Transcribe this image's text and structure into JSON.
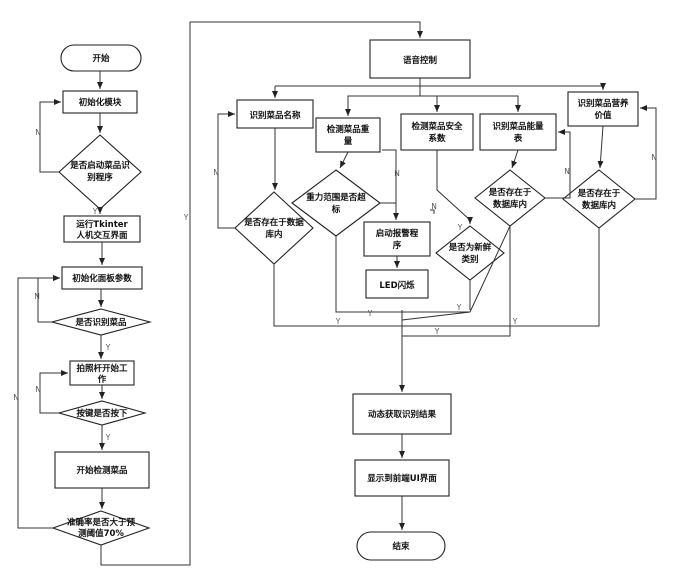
{
  "nodes": {
    "start": "开始",
    "init_module": "初始化模块",
    "start_recog_q": [
      "是否启动菜品识",
      "别程序"
    ],
    "run_tkinter": [
      "运行Tkinter",
      "人机交互界面"
    ],
    "init_panel": "初始化面板参数",
    "recog_dish_q": "是否识别菜品",
    "camera_start": [
      "拍照杆开始工",
      "作"
    ],
    "key_pressed_q": "按键是否按下",
    "start_detect": "开始检测菜品",
    "accuracy_q": [
      "准确率是否大于预",
      "测阈值70%"
    ],
    "voice_ctrl": "语音控制",
    "recog_name": "识别菜品名称",
    "detect_weight": [
      "检测菜品重",
      "量"
    ],
    "detect_safety": [
      "检测菜品安全",
      "系数"
    ],
    "recog_energy": [
      "识别菜品能量",
      "表"
    ],
    "recog_nutrition": [
      "识别菜品营养",
      "价值"
    ],
    "name_in_db_q": [
      "是否存在于数据",
      "库内"
    ],
    "weight_range_q": [
      "重力范围是否超",
      "标"
    ],
    "alarm_start": [
      "启动报警程",
      "序"
    ],
    "led_flash": "LED闪烁",
    "fresh_q": [
      "是否为新鲜",
      "类别"
    ],
    "energy_in_db_q": [
      "是否存在于",
      "数据库内"
    ],
    "nutr_in_db_q": [
      "是否存在于",
      "数据库内"
    ],
    "get_result": "动态获取识别结果",
    "show_ui": "显示到前端UI界面",
    "end": "结束"
  },
  "labels": {
    "yes": "Y",
    "no": "N"
  }
}
